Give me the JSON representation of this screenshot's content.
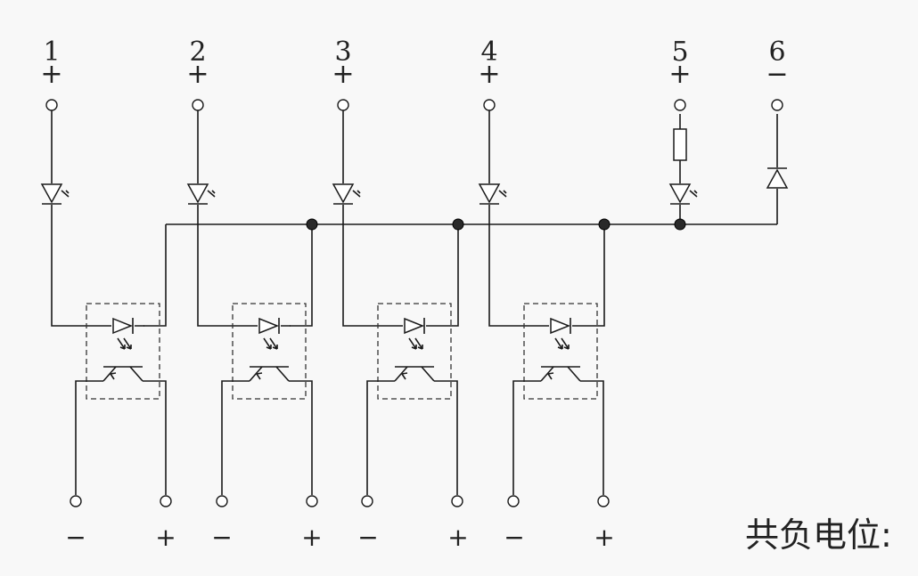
{
  "inputs": [
    {
      "number": "1",
      "sign": "+"
    },
    {
      "number": "2",
      "sign": "+"
    },
    {
      "number": "3",
      "sign": "+"
    },
    {
      "number": "4",
      "sign": "+"
    },
    {
      "number": "5",
      "sign": "+"
    },
    {
      "number": "6",
      "sign": "−"
    }
  ],
  "outputs": [
    {
      "minus": "−",
      "plus": "+"
    },
    {
      "minus": "−",
      "plus": "+"
    },
    {
      "minus": "−",
      "plus": "+"
    },
    {
      "minus": "−",
      "plus": "+"
    }
  ],
  "caption": "共负电位:"
}
